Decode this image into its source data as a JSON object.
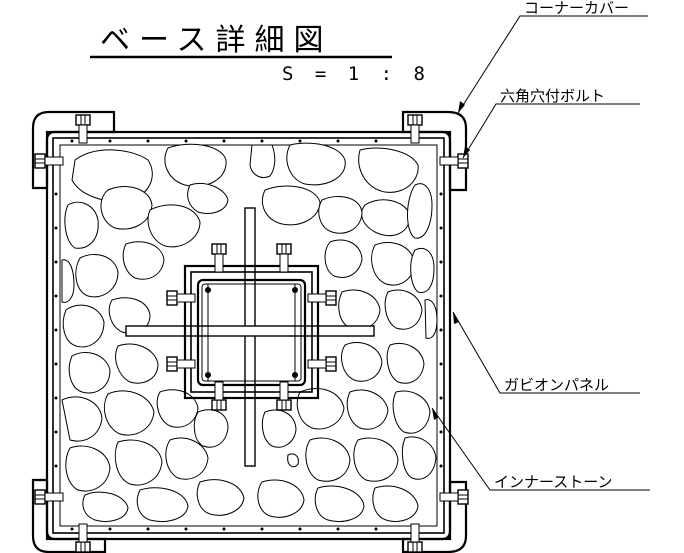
{
  "title": "ベース詳細図",
  "scale": "S = 1 : 8",
  "labels": {
    "corner_cover": "コーナーカバー",
    "hex_bolt": "六角穴付ボルト",
    "gabion_panel": "ガビオンパネル",
    "inner_stone": "インナーストーン"
  }
}
